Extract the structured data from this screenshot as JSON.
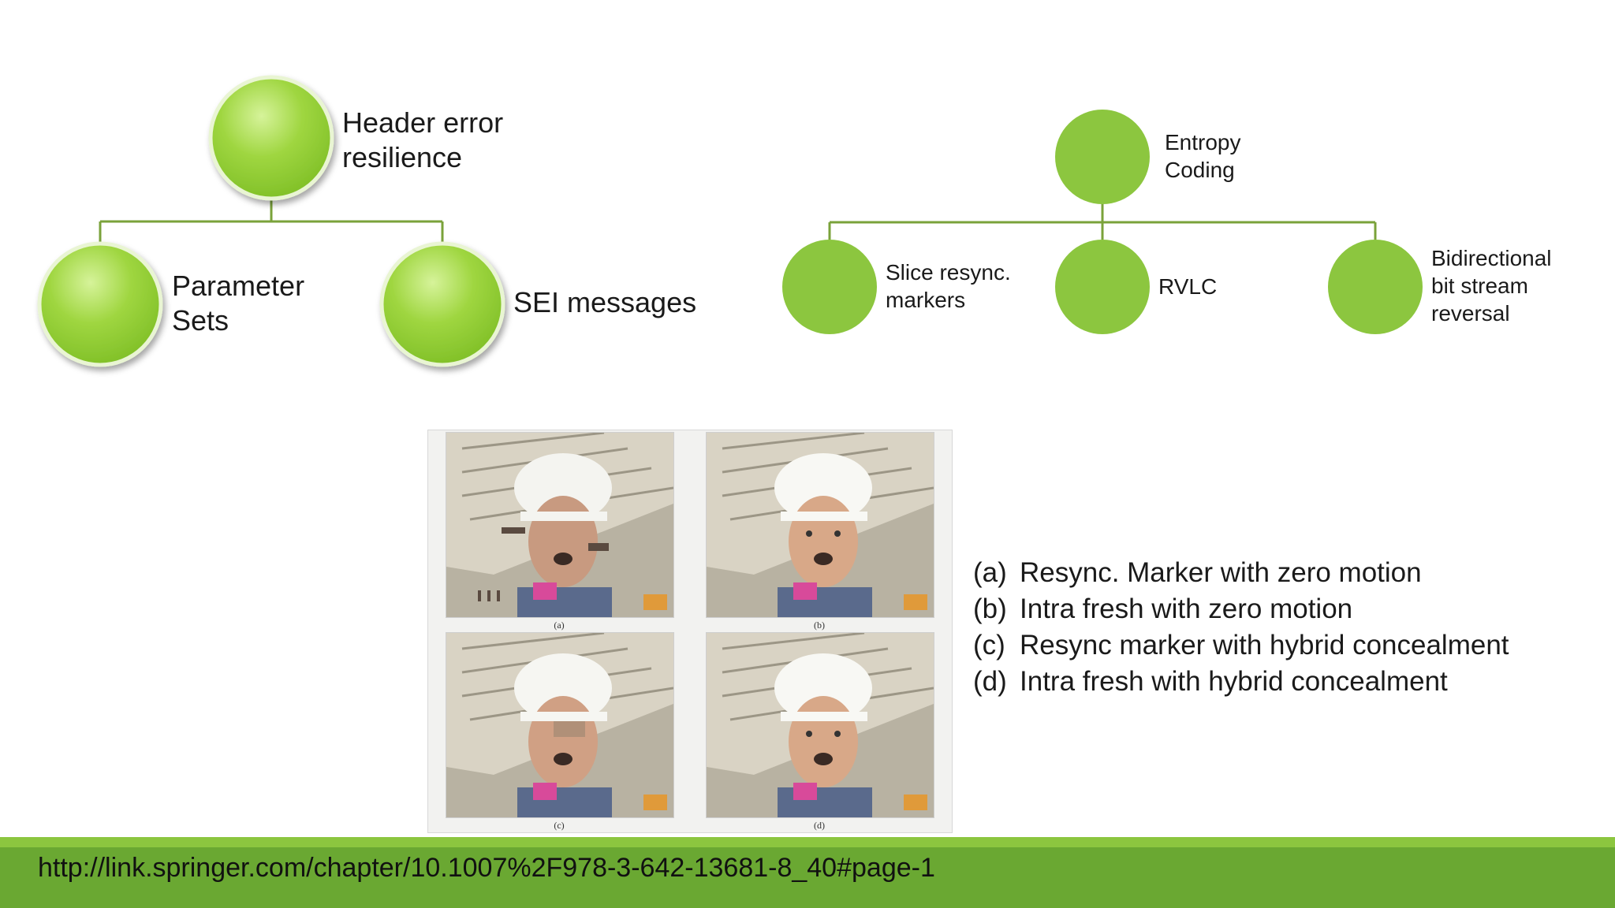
{
  "left_tree": {
    "root": {
      "lines": [
        "Header error",
        "resilience"
      ]
    },
    "children": [
      {
        "lines": [
          "Parameter",
          "Sets"
        ]
      },
      {
        "lines": [
          "SEI messages"
        ]
      }
    ]
  },
  "right_tree": {
    "root": {
      "lines": [
        "Entropy",
        "Coding"
      ]
    },
    "children": [
      {
        "lines": [
          "Slice resync.",
          "markers"
        ]
      },
      {
        "lines": [
          "RVLC"
        ]
      },
      {
        "lines": [
          "Bidirectional",
          "bit stream",
          "reversal"
        ]
      }
    ]
  },
  "figure": {
    "panel_captions": [
      "(a)",
      "(b)",
      "(c)",
      "(d)"
    ]
  },
  "legend": [
    {
      "key": "(a)",
      "text": "Resync. Marker with zero motion"
    },
    {
      "key": "(b)",
      "text": "Intra fresh with zero motion"
    },
    {
      "key": "(c)",
      "text": "Resync marker with hybrid concealment"
    },
    {
      "key": "(d)",
      "text": "Intra fresh with hybrid concealment"
    }
  ],
  "footer": {
    "url": "http://link.springer.com/chapter/10.1007%2F978-3-642-13681-8_40#page-1"
  },
  "colors": {
    "node_green": "#8cc63f",
    "connector": "#7aa23a",
    "footer_green": "#6aa832",
    "footer_stripe": "#8cc63f"
  }
}
